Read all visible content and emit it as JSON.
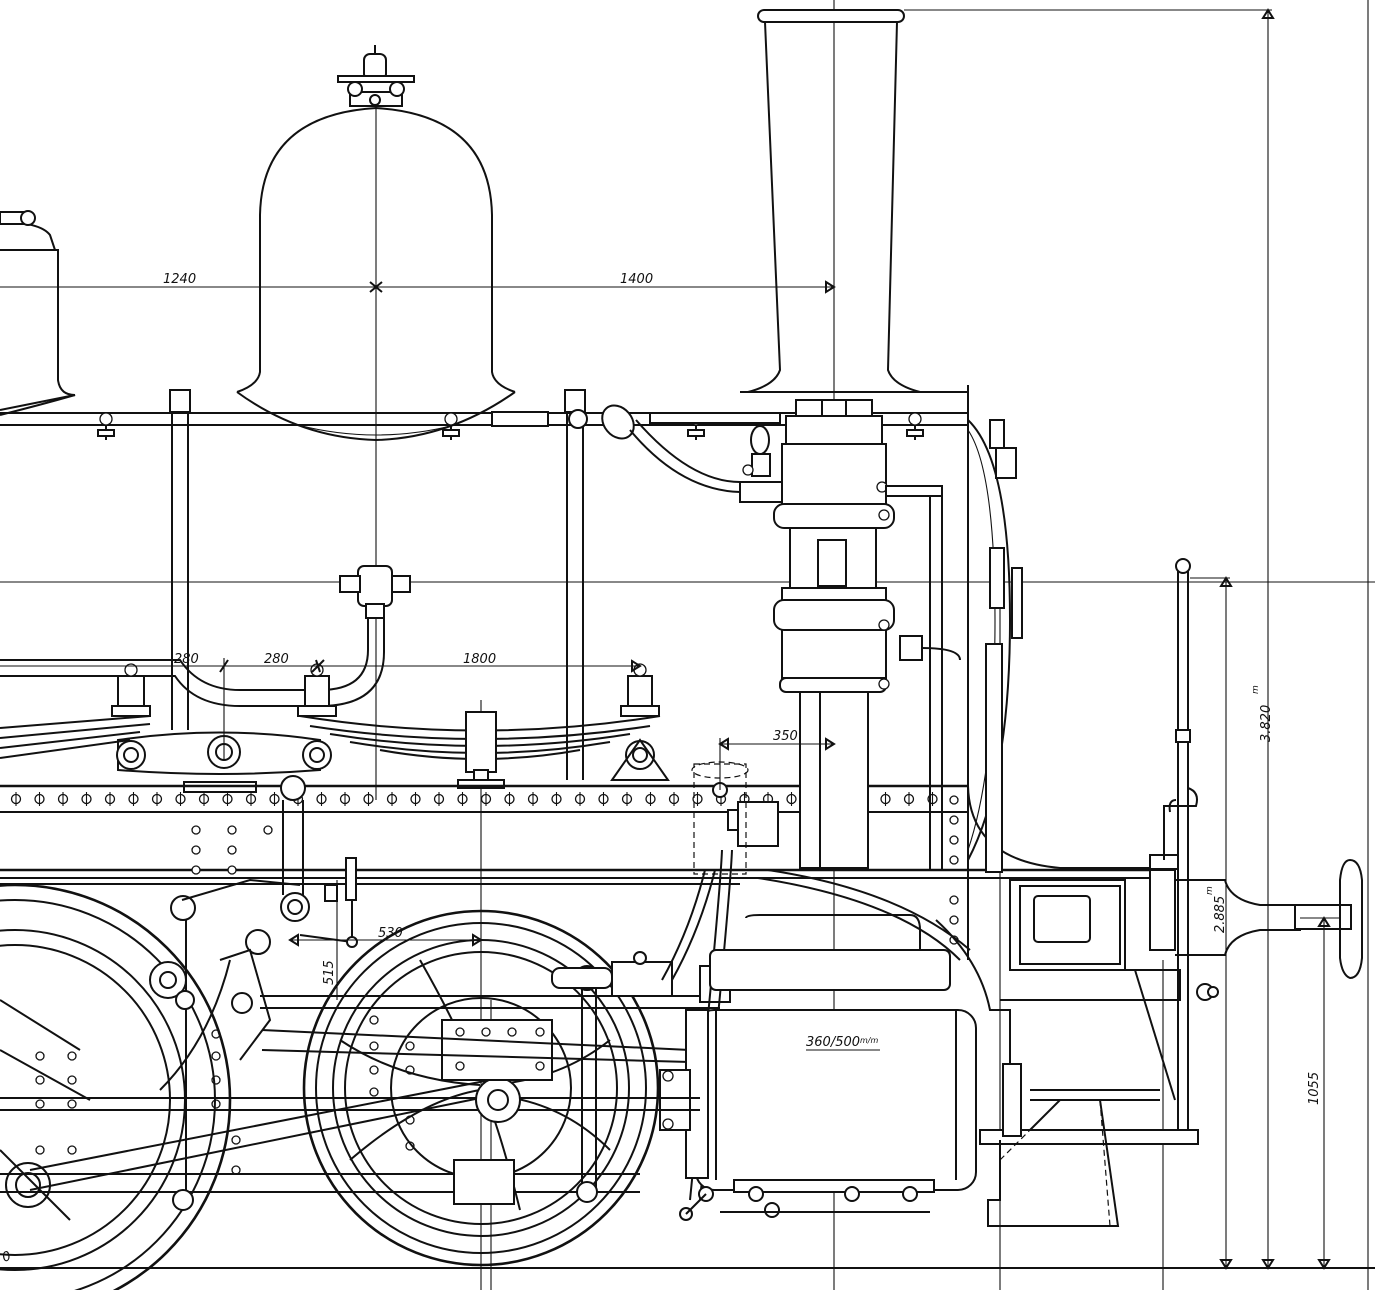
{
  "drawing": {
    "dimensions": {
      "d1240": "1240",
      "d1400": "1400",
      "d280a": "280",
      "d280b": "280",
      "d1800": "1800",
      "d350": "350",
      "d530": "530",
      "d515": "515",
      "d3820": "3.820",
      "d2885": "2.885",
      "d1055": "1055",
      "cylinder": "360/500",
      "mm_sup": "m/m",
      "m_sup": "m",
      "wheel_fragment": "0"
    }
  }
}
